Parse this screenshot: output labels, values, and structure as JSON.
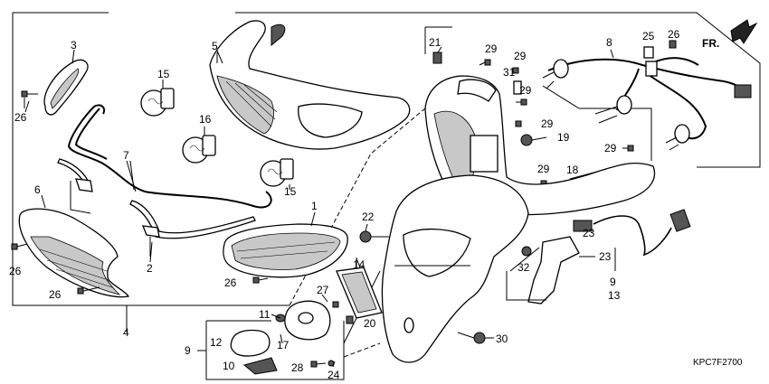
{
  "diagram": {
    "code": "KPC7F2700",
    "direction_label": "FR.",
    "callouts": [
      {
        "id": "c1",
        "text": "1"
      },
      {
        "id": "c2",
        "text": "2"
      },
      {
        "id": "c3",
        "text": "3"
      },
      {
        "id": "c4",
        "text": "4"
      },
      {
        "id": "c5",
        "text": "5"
      },
      {
        "id": "c6",
        "text": "6"
      },
      {
        "id": "c7",
        "text": "7"
      },
      {
        "id": "c8",
        "text": "8"
      },
      {
        "id": "c9",
        "text": "9"
      },
      {
        "id": "c9b",
        "text": "9"
      },
      {
        "id": "c10",
        "text": "10"
      },
      {
        "id": "c11",
        "text": "11"
      },
      {
        "id": "c12",
        "text": "12"
      },
      {
        "id": "c13",
        "text": "13"
      },
      {
        "id": "c14",
        "text": "14"
      },
      {
        "id": "c15a",
        "text": "15"
      },
      {
        "id": "c15b",
        "text": "15"
      },
      {
        "id": "c16",
        "text": "16"
      },
      {
        "id": "c17",
        "text": "17"
      },
      {
        "id": "c18",
        "text": "18"
      },
      {
        "id": "c19",
        "text": "19"
      },
      {
        "id": "c20",
        "text": "20"
      },
      {
        "id": "c21",
        "text": "21"
      },
      {
        "id": "c22",
        "text": "22"
      },
      {
        "id": "c23",
        "text": "23"
      },
      {
        "id": "c24",
        "text": "24"
      },
      {
        "id": "c25",
        "text": "25"
      },
      {
        "id": "c26a",
        "text": "26"
      },
      {
        "id": "c26b",
        "text": "26"
      },
      {
        "id": "c26c",
        "text": "26"
      },
      {
        "id": "c26d",
        "text": "26"
      },
      {
        "id": "c26e",
        "text": "26"
      },
      {
        "id": "c27",
        "text": "27"
      },
      {
        "id": "c28",
        "text": "28"
      },
      {
        "id": "c29a",
        "text": "29"
      },
      {
        "id": "c29b",
        "text": "29"
      },
      {
        "id": "c29c",
        "text": "29"
      },
      {
        "id": "c29d",
        "text": "29"
      },
      {
        "id": "c29e",
        "text": "29"
      },
      {
        "id": "c29f",
        "text": "29"
      },
      {
        "id": "c30",
        "text": "30"
      },
      {
        "id": "c31",
        "text": "31"
      },
      {
        "id": "c32",
        "text": "32"
      }
    ]
  }
}
